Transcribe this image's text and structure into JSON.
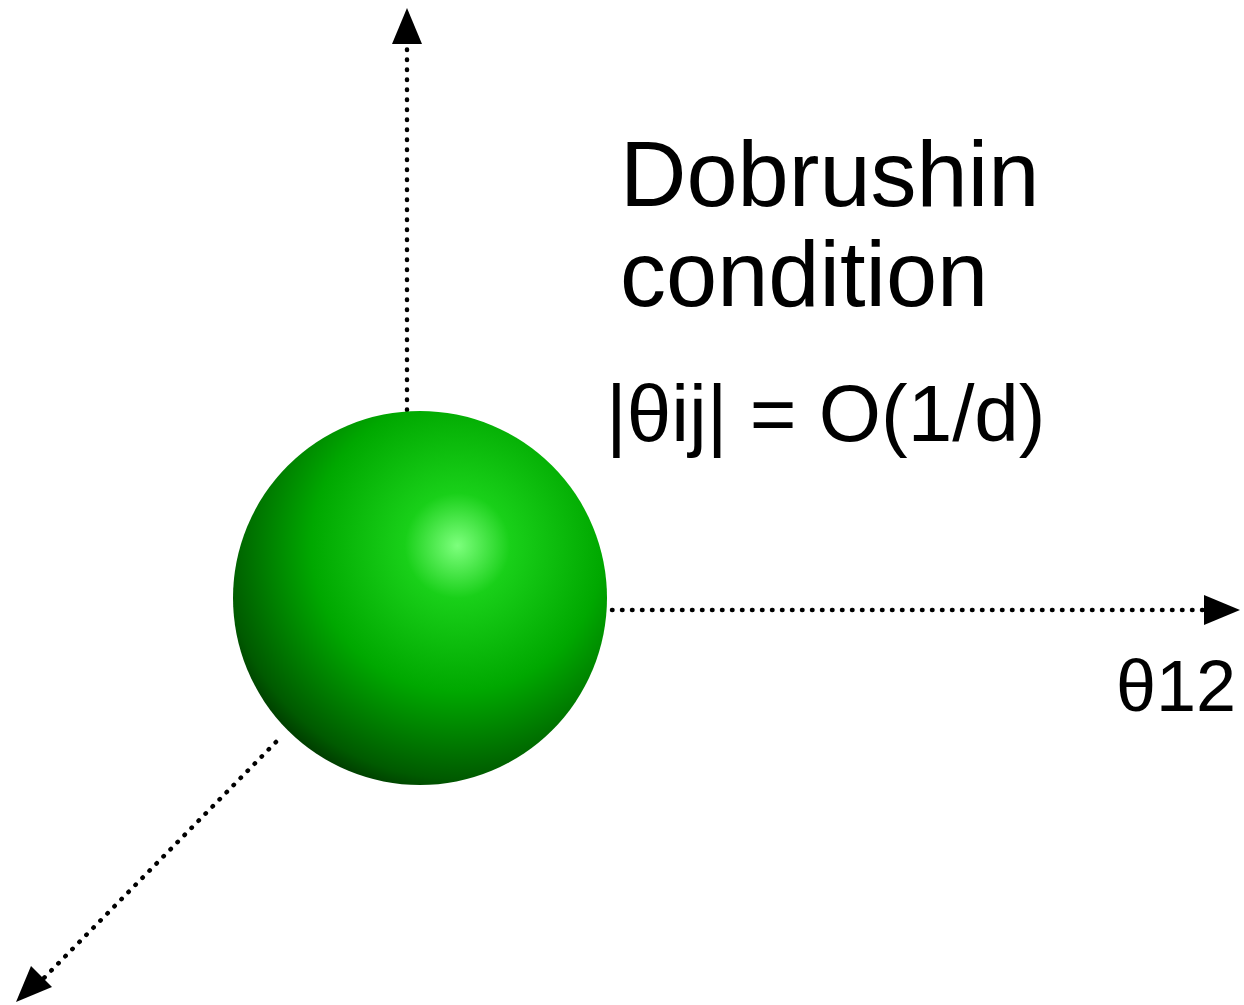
{
  "diagram": {
    "labels": [
      "Dobrushin condition",
      "|θij| = O(1/d)",
      "θ12"
    ]
  }
}
